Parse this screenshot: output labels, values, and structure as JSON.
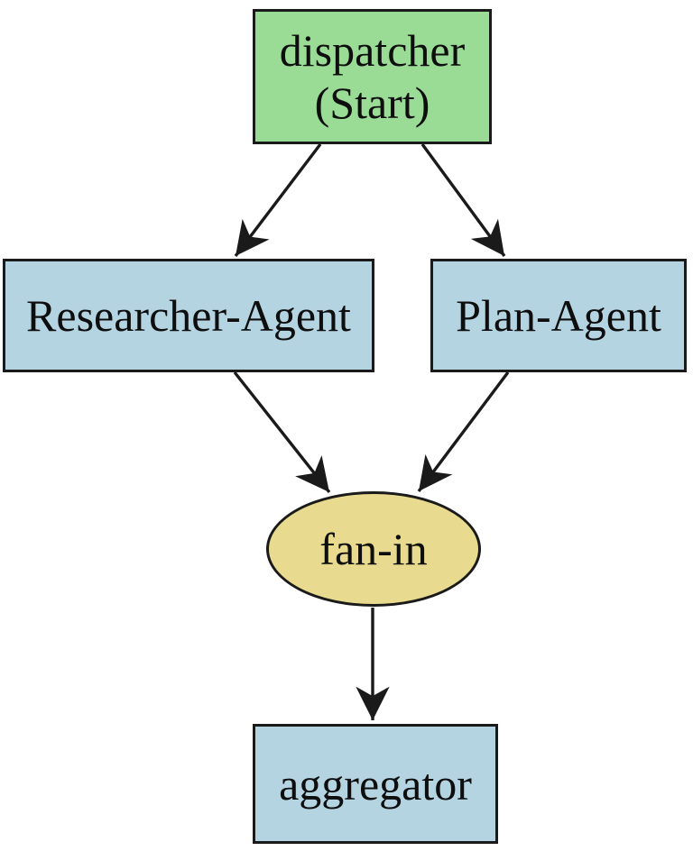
{
  "diagram": {
    "type": "flowchart",
    "background": "#FFFFFF",
    "nodes": {
      "dispatcher": {
        "label_line1": "dispatcher",
        "label_line2": "(Start)",
        "shape": "box",
        "fill": "#9ADC96"
      },
      "researcher": {
        "label": "Researcher-Agent",
        "shape": "box",
        "fill": "#B5D4E2"
      },
      "plan": {
        "label": "Plan-Agent",
        "shape": "box",
        "fill": "#B5D4E2"
      },
      "fan_in": {
        "label": "fan-in",
        "shape": "ellipse",
        "fill": "#E8DA8E"
      },
      "aggregator": {
        "label": "aggregator",
        "shape": "box",
        "fill": "#B5D4E2"
      }
    },
    "edges": [
      {
        "from": "dispatcher (Start)",
        "to": "Researcher-Agent"
      },
      {
        "from": "dispatcher (Start)",
        "to": "Plan-Agent"
      },
      {
        "from": "Researcher-Agent",
        "to": "fan-in"
      },
      {
        "from": "Plan-Agent",
        "to": "fan-in"
      },
      {
        "from": "fan-in",
        "to": "aggregator"
      }
    ],
    "colors": {
      "edge_stroke": "#1A1A1A",
      "node_border": "#1A1A1A",
      "text": "#0E0E0E",
      "start_fill": "#9ADC96",
      "agent_fill": "#B5D4E2",
      "fan_in_fill": "#E8DA8E"
    }
  }
}
